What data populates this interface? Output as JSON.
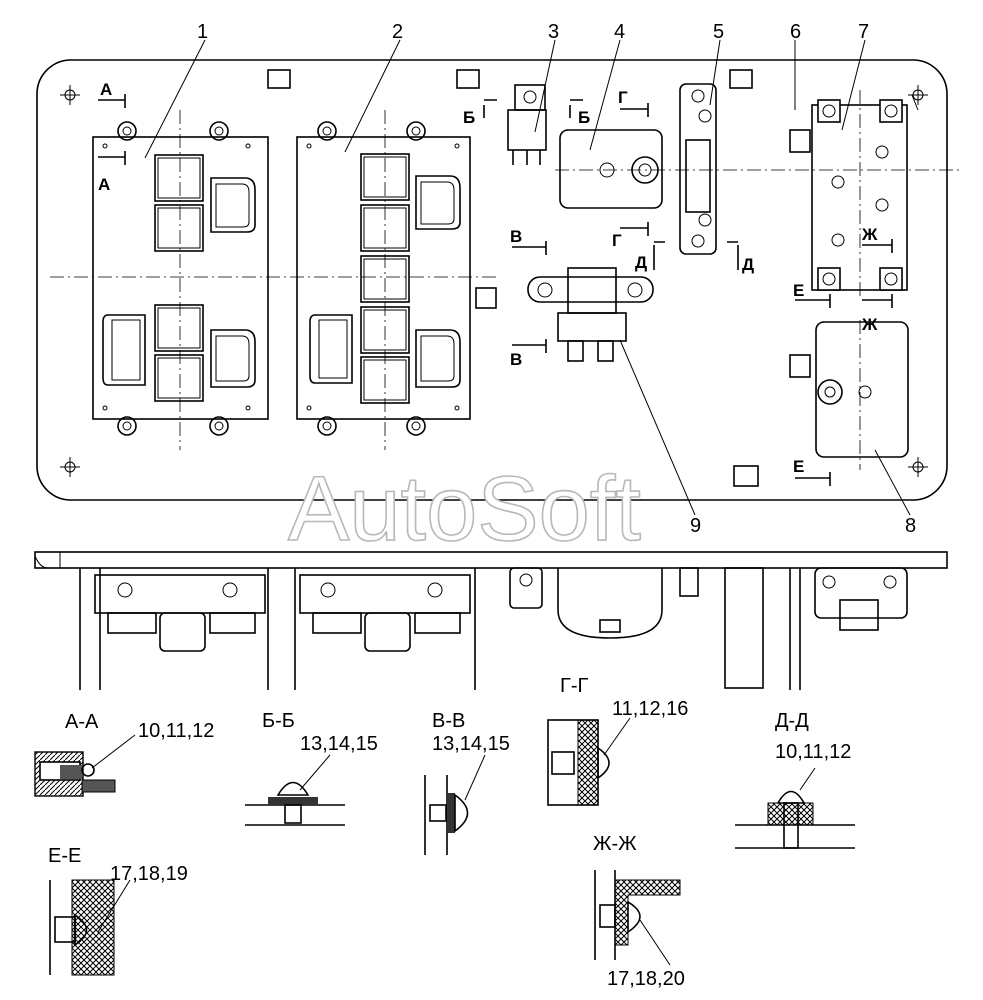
{
  "watermark": "AutoSoft",
  "callouts": [
    "1",
    "2",
    "3",
    "4",
    "5",
    "6",
    "7",
    "8",
    "9"
  ],
  "section_marks": {
    "a": "А",
    "b": "Б",
    "v": "В",
    "g": "Г",
    "d": "Д",
    "e": "Е",
    "zh": "Ж"
  },
  "sections": [
    {
      "title": "А-А",
      "parts": "10,11,12"
    },
    {
      "title": "Б-Б",
      "parts": "13,14,15"
    },
    {
      "title": "В-В",
      "parts": "13,14,15"
    },
    {
      "title": "Г-Г",
      "parts": "11,12,16"
    },
    {
      "title": "Д-Д",
      "parts": "10,11,12"
    },
    {
      "title": "Е-Е",
      "parts": "17,18,19"
    },
    {
      "title": "Ж-Ж",
      "parts": "17,18,20"
    }
  ]
}
